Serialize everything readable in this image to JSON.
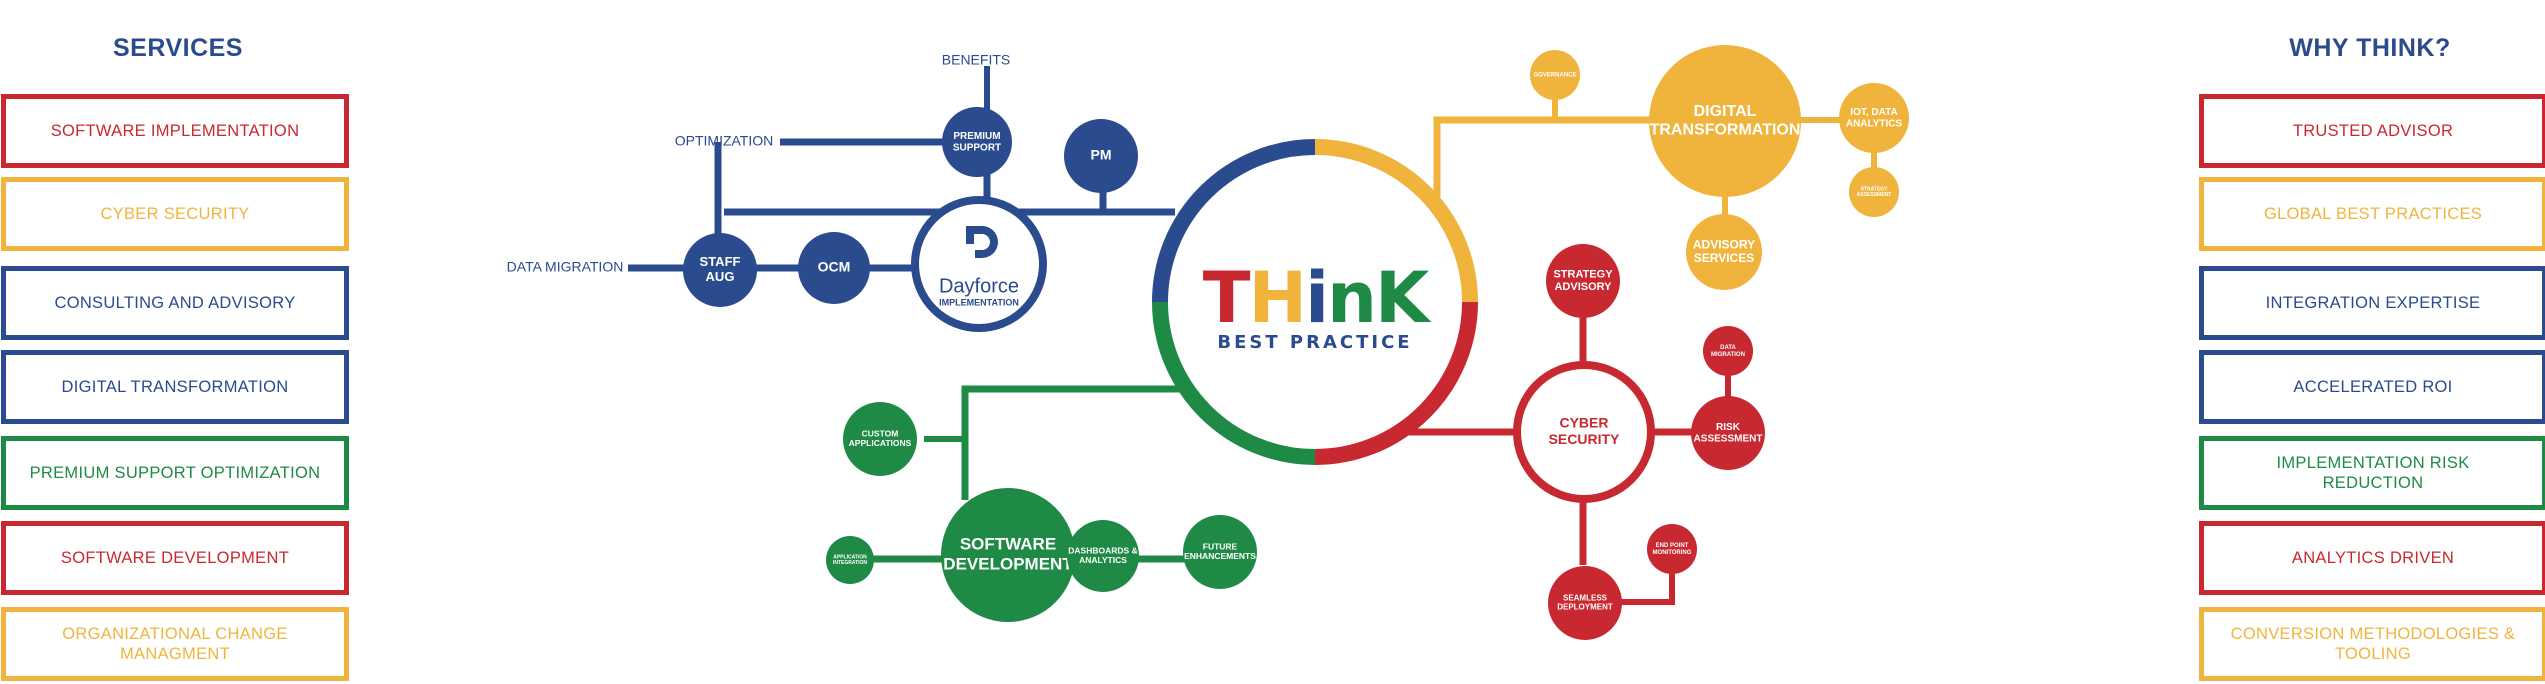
{
  "services": {
    "title": "SERVICES",
    "items": [
      {
        "label": "SOFTWARE IMPLEMENTATION",
        "color": "#c8282f"
      },
      {
        "label": "CYBER SECURITY",
        "color": "#f0b43c"
      },
      {
        "label": "CONSULTING AND ADVISORY",
        "color": "#2a4b8d"
      },
      {
        "label": "DIGITAL TRANSFORMATION",
        "color": "#2a4b8d"
      },
      {
        "label": "PREMIUM SUPPORT OPTIMIZATION",
        "color": "#1e8a46"
      },
      {
        "label": "SOFTWARE DEVELOPMENT",
        "color": "#c8282f"
      },
      {
        "label": "ORGANIZATIONAL CHANGE MANAGMENT",
        "color": "#f0b43c"
      }
    ]
  },
  "why": {
    "title": "WHY THINK?",
    "items": [
      {
        "label": "TRUSTED ADVISOR",
        "color": "#c8282f"
      },
      {
        "label": "GLOBAL BEST PRACTICES",
        "color": "#f0b43c"
      },
      {
        "label": "INTEGRATION EXPERTISE",
        "color": "#2a4b8d"
      },
      {
        "label": "ACCELERATED ROI",
        "color": "#2a4b8d"
      },
      {
        "label": "IMPLEMENTATION RISK REDUCTION",
        "color": "#1e8a46"
      },
      {
        "label": "ANALYTICS DRIVEN",
        "color": "#c8282f"
      },
      {
        "label": "CONVERSION METHODOLOGIES & TOOLING",
        "color": "#f0b43c"
      }
    ]
  },
  "center": {
    "logo_letters": [
      {
        "char": "T",
        "color": "#c8282f"
      },
      {
        "char": "H",
        "color": "#f0b43c"
      },
      {
        "char": "i",
        "color": "#2a4b8d"
      },
      {
        "char": "n",
        "color": "#1e8a46"
      },
      {
        "char": "K",
        "color": "#1e8a46"
      }
    ],
    "tagline": "BEST PRACTICE"
  },
  "colors": {
    "blue": "#2a4b8d",
    "yellow": "#f0b43c",
    "red": "#c8282f",
    "green": "#1e8a46"
  },
  "nodes": {
    "blue": {
      "dayforce": "Dayforce",
      "dayforce_sub": "IMPLEMENTATION",
      "premium_support": [
        "PREMIUM",
        "SUPPORT"
      ],
      "pm": "PM",
      "staff_aug": [
        "STAFF",
        "AUG"
      ],
      "ocm": "OCM",
      "benefits": "BENEFITS",
      "optimization": "OPTIMIZATION",
      "data_migration": "DATA MIGRATION"
    },
    "yellow": {
      "digital_transformation": [
        "DIGITAL",
        "TRANSFORMATION"
      ],
      "governance": "GOVERNANCE",
      "iot": [
        "IOT, DATA",
        "ANALYTICS"
      ],
      "strategy_assessment": [
        "STRATEGY",
        "ASSESSMENT"
      ],
      "advisory_services": [
        "ADVISORY",
        "SERVICES"
      ]
    },
    "red": {
      "cyber_security": [
        "CYBER",
        "SECURITY"
      ],
      "strategy_advisory": [
        "STRATEGY",
        "ADVISORY"
      ],
      "data_migration": [
        "DATA",
        "MIGRATION"
      ],
      "risk_assessment": [
        "RISK",
        "ASSESSMENT"
      ],
      "end_point": [
        "END POINT",
        "MONITORING"
      ],
      "seamless": [
        "SEAMLESS",
        "DEPLOYMENT"
      ]
    },
    "green": {
      "software_development": [
        "SOFTWARE",
        "DEVELOPMENT"
      ],
      "custom_applications": [
        "CUSTOM",
        "APPLICATIONS"
      ],
      "application_integration": [
        "APPLICATION",
        "INTEGRATION"
      ],
      "dashboards": [
        "DASHBOARDS &",
        "ANALYTICS"
      ],
      "future": [
        "FUTURE",
        "ENHANCEMENTS"
      ]
    }
  }
}
